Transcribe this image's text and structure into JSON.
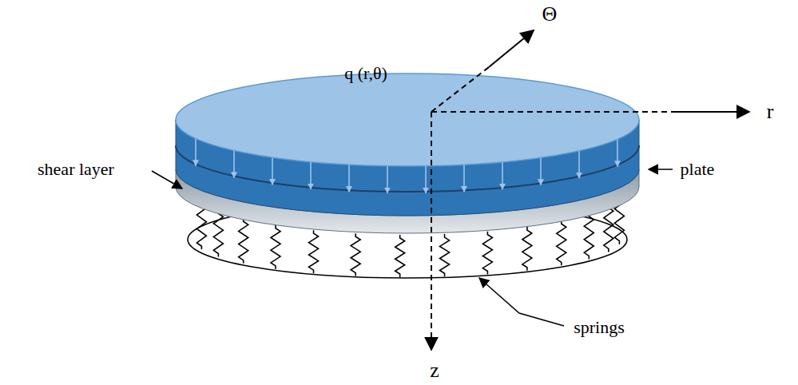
{
  "diagram": {
    "labels": [
      "Θ",
      "q (r,θ)",
      "r",
      "plate",
      "shear layer",
      "springs",
      "z"
    ]
  }
}
